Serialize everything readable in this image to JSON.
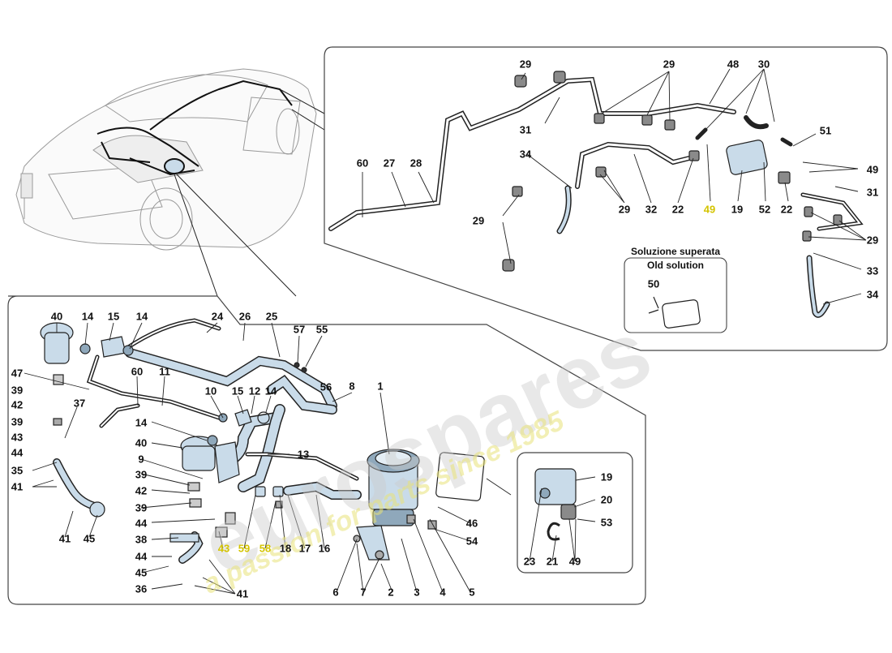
{
  "watermark": {
    "brand": "eurospares",
    "tagline": "a passion for parts since 1985"
  },
  "old_solution": {
    "title_it": "Soluzione superata",
    "title_en": "Old solution"
  },
  "callouts": {
    "top_panel": [
      "29",
      "29",
      "30",
      "48",
      "31",
      "34",
      "60",
      "27",
      "28",
      "29",
      "29",
      "32",
      "22",
      "49",
      "19",
      "52",
      "22",
      "51",
      "49",
      "31",
      "29",
      "33",
      "34",
      "50"
    ],
    "bottom_panel": [
      "40",
      "14",
      "15",
      "14",
      "24",
      "26",
      "25",
      "57",
      "55",
      "56",
      "47",
      "60",
      "11",
      "1",
      "8",
      "39",
      "10",
      "15",
      "12",
      "14",
      "42",
      "39",
      "37",
      "14",
      "43",
      "44",
      "13",
      "40",
      "9",
      "39",
      "35",
      "41",
      "42",
      "39",
      "44",
      "38",
      "44",
      "45",
      "36",
      "41",
      "41",
      "45",
      "43",
      "59",
      "58",
      "18",
      "17",
      "16",
      "6",
      "7",
      "2",
      "3",
      "4",
      "5",
      "46",
      "54"
    ],
    "inset": [
      "19",
      "20",
      "53",
      "23",
      "21",
      "49"
    ]
  },
  "colors": {
    "outline": "#222222",
    "part_fill": "#c9dbe9",
    "panel_border": "#444444",
    "highlight_label": "#d4c400"
  }
}
